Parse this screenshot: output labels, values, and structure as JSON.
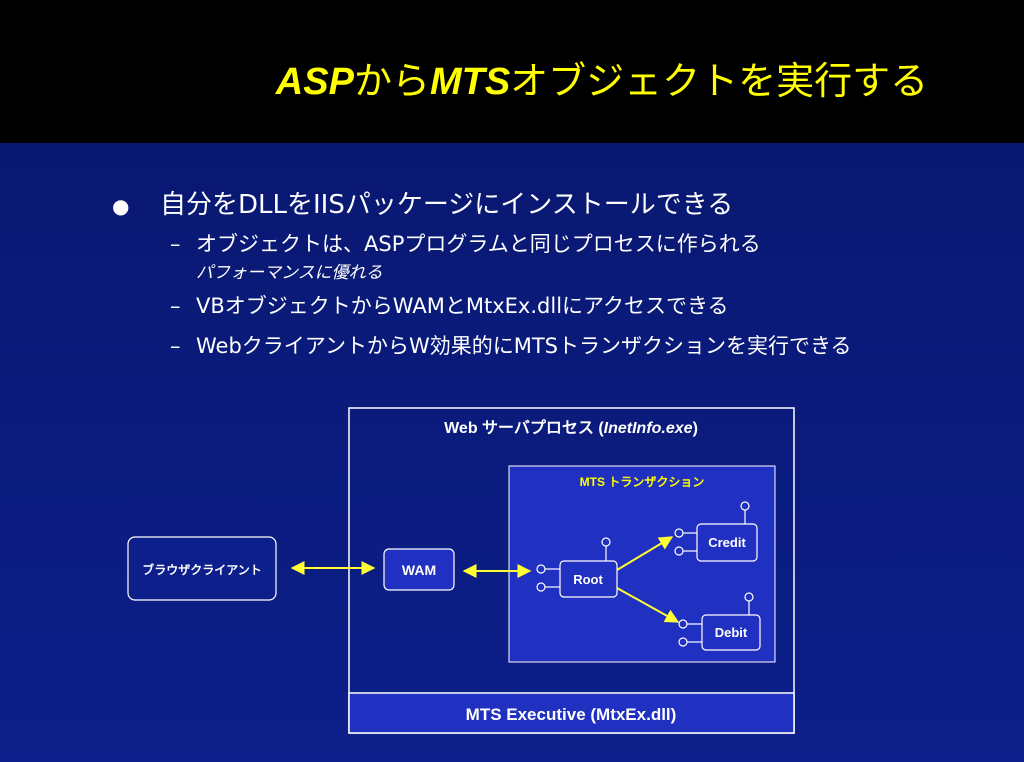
{
  "slide": {
    "title_a": "ASP",
    "title_b": "から",
    "title_c": "MTS",
    "title_d": "オブジェクトを実行する"
  },
  "bullets": {
    "main": "自分をDLLをIISパッケージにインストールできる",
    "sub1": "オブジェクトは、ASPプログラムと同じプロセスに作られる",
    "sub1_note": "パフォーマンスに優れる",
    "sub2": "VBオブジェクトからWAMとMtxEx.dllにアクセスできる",
    "sub3": "WebクライアントからW効果的にMTSトランザクションを実行できる"
  },
  "diagram": {
    "web_process_label_prefix": "Web サーバプロセス (",
    "web_process_label_italic": "InetInfo.exe",
    "web_process_label_suffix": ")",
    "mts_transaction_label": "MTS トランザクション",
    "browser_client": "ブラウザクライアント",
    "wam": "WAM",
    "root": "Root",
    "credit": "Credit",
    "debit": "Debit",
    "mts_executive": "MTS Executive (MtxEx.dll)",
    "colors": {
      "title": "#ffff00",
      "arrow": "#ffff33",
      "box_fill": "#2030c0",
      "box_border": "#ffffff"
    }
  }
}
